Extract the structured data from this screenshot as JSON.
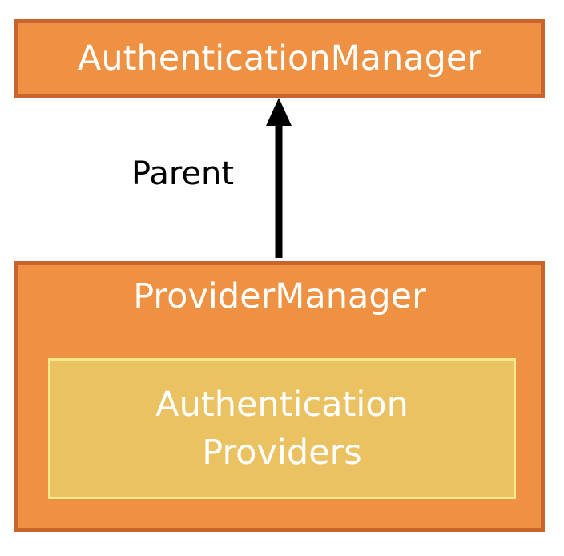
{
  "colors": {
    "manager_fill": "#ef9143",
    "manager_border": "#c8642c",
    "providers_fill": "#eac262",
    "providers_border": "#fbe98c",
    "text_light": "#ffffff",
    "text_dark": "#000000",
    "arrow": "#000000"
  },
  "nodes": {
    "authentication_manager": {
      "label": "AuthenticationManager"
    },
    "provider_manager": {
      "label": "ProviderManager"
    },
    "authentication_providers": {
      "line1": "Authentication",
      "line2": "Providers"
    }
  },
  "edges": [
    {
      "from": "provider_manager",
      "to": "authentication_manager",
      "label": "Parent"
    }
  ],
  "arrow_label": "Parent"
}
